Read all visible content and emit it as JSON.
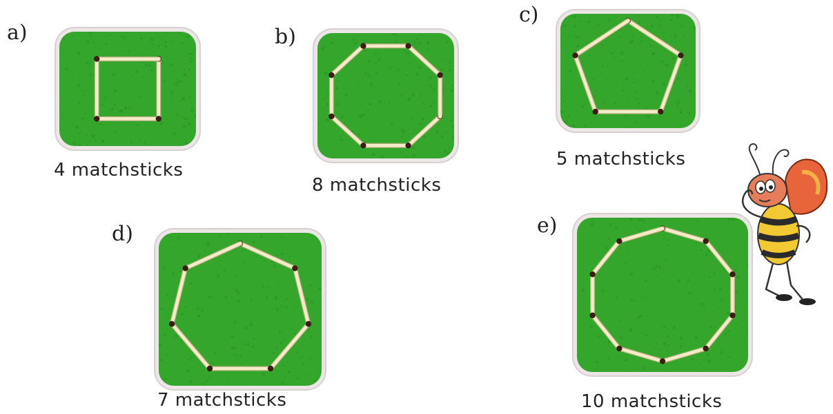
{
  "colors": {
    "board": "#34a62c",
    "board_texture": "#2b8f24",
    "stick": "#f3ecc7",
    "stick_edge": "#b7ae80",
    "stick_head": "#3b1d14"
  },
  "figures": [
    {
      "id": "a",
      "letter": "a)",
      "caption": "4 matchsticks",
      "sticks": 4
    },
    {
      "id": "b",
      "letter": "b)",
      "caption": "8 matchsticks",
      "sticks": 8
    },
    {
      "id": "c",
      "letter": "c)",
      "caption": "5 matchsticks",
      "sticks": 5
    },
    {
      "id": "d",
      "letter": "d)",
      "caption": "7 matchsticks",
      "sticks": 7
    },
    {
      "id": "e",
      "letter": "e)",
      "caption": "10 matchsticks",
      "sticks": 10
    }
  ],
  "illustration": "bee-cartoon"
}
